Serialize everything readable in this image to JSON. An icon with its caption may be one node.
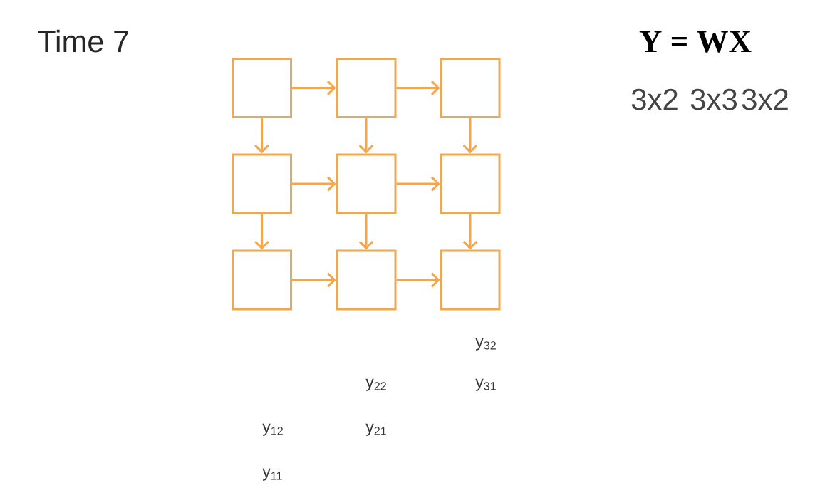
{
  "diagram": {
    "title": "Time 7",
    "nodes": [
      {
        "text": [],
        "shape": "box"
      },
      {
        "text": [],
        "shape": "box"
      },
      {
        "text": [],
        "shape": "box"
      },
      {
        "text": [],
        "shape": "box"
      },
      {
        "text": [],
        "shape": "box"
      },
      {
        "text": [],
        "shape": "box"
      },
      {
        "text": [],
        "shape": "box"
      },
      {
        "text": [],
        "shape": "box"
      },
      {
        "text": [],
        "shape": "box"
      }
    ],
    "edges": [
      {
        "from": 0,
        "to": 1,
        "arrow": "to"
      },
      {
        "from": 1,
        "to": 2,
        "arrow": "to"
      },
      {
        "from": 0,
        "to": 3,
        "arrow": "to"
      },
      {
        "from": 1,
        "to": 4,
        "arrow": "to"
      },
      {
        "from": 2,
        "to": 5,
        "arrow": "to"
      },
      {
        "from": 3,
        "to": 4,
        "arrow": "to"
      },
      {
        "from": 4,
        "to": 5,
        "arrow": "to"
      },
      {
        "from": 3,
        "to": 6,
        "arrow": "to"
      },
      {
        "from": 4,
        "to": 7,
        "arrow": "to"
      },
      {
        "from": 5,
        "to": 8,
        "arrow": "to"
      },
      {
        "from": 6,
        "to": 7,
        "arrow": "to"
      },
      {
        "from": 7,
        "to": 8,
        "arrow": "to"
      }
    ],
    "labels": [
      "Y = WX",
      "3x2",
      "3x3",
      "3x2",
      "y$_{32}$",
      "y$_{22}$",
      "y$_{31}$",
      "y$_{12}$",
      "y$_{21}$",
      "y$_{11}$"
    ]
  }
}
